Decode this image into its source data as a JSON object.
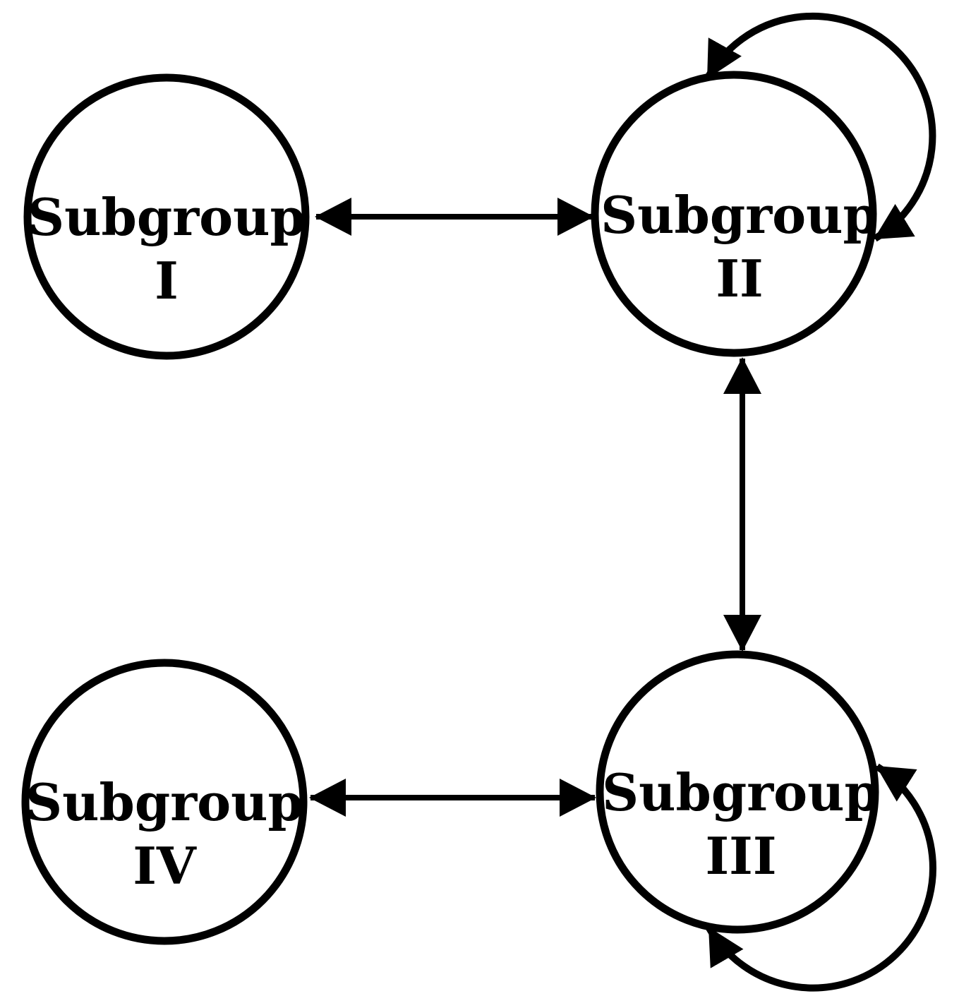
{
  "diagram": {
    "background_color": "#ffffff",
    "stroke_color": "#000000",
    "nodes": [
      {
        "id": "subgroup-1",
        "label_line1": "Subgroup",
        "label_line2": "I",
        "position": "top-left"
      },
      {
        "id": "subgroup-2",
        "label_line1": "Subgroup",
        "label_line2": "II",
        "position": "top-right"
      },
      {
        "id": "subgroup-3",
        "label_line1": "Subgroup",
        "label_line2": "III",
        "position": "bottom-right"
      },
      {
        "id": "subgroup-4",
        "label_line1": "Subgroup",
        "label_line2": "IV",
        "position": "bottom-left"
      }
    ],
    "edges": [
      {
        "from": "Subgroup I",
        "to": "Subgroup II",
        "type": "bidirectional-arrow",
        "orientation": "horizontal"
      },
      {
        "from": "Subgroup II",
        "to": "Subgroup III",
        "type": "bidirectional-arrow",
        "orientation": "vertical"
      },
      {
        "from": "Subgroup IV",
        "to": "Subgroup III",
        "type": "bidirectional-arrow",
        "orientation": "horizontal"
      },
      {
        "from": "Subgroup II",
        "to": "Subgroup II",
        "type": "bidirectional-self-loop",
        "orientation": "top-right"
      },
      {
        "from": "Subgroup III",
        "to": "Subgroup III",
        "type": "bidirectional-self-loop",
        "orientation": "bottom-right"
      }
    ]
  }
}
